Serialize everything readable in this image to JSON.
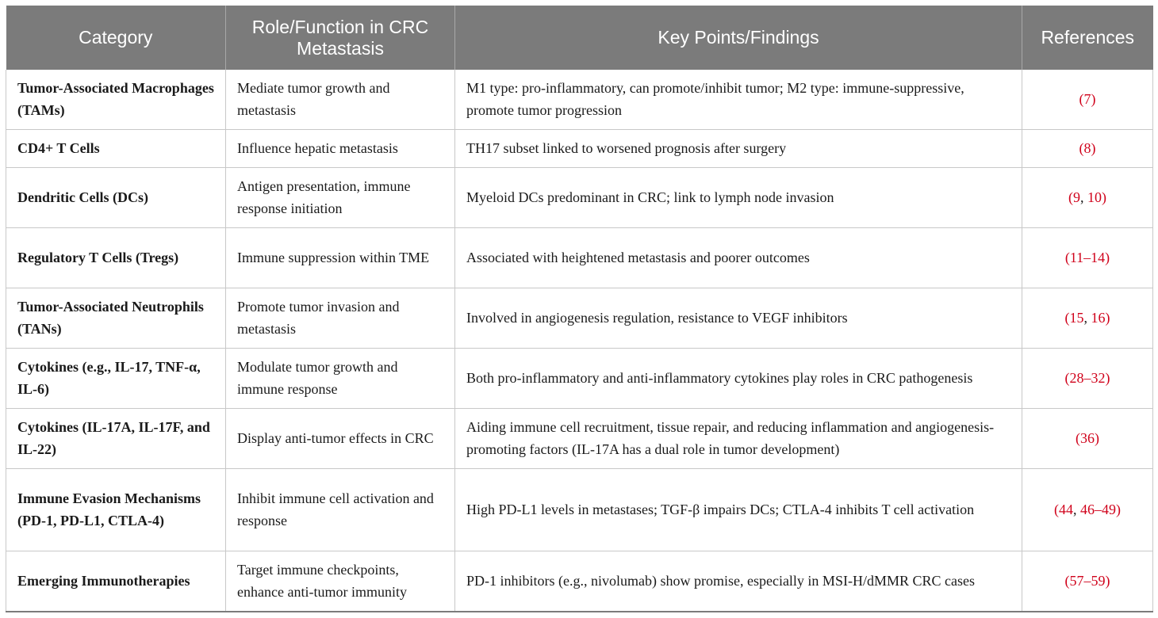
{
  "table": {
    "headers": [
      "Category",
      "Role/Function in CRC Metastasis",
      "Key Points/Findings",
      "References"
    ],
    "rows": [
      {
        "category": "Tumor-Associated Macrophages (TAMs)",
        "role": "Mediate tumor growth and metastasis",
        "findings": "M1 type: pro-inflammatory, can promote/inhibit tumor; M2 type: immune-suppressive, promote tumor progression",
        "refs": [
          "7"
        ]
      },
      {
        "category": "CD4+ T Cells",
        "role": "Influence hepatic metastasis",
        "findings": "TH17 subset linked to worsened prognosis after surgery",
        "refs": [
          "8"
        ]
      },
      {
        "category": "Dendritic Cells (DCs)",
        "role": "Antigen presentation, immune response initiation",
        "findings": "Myeloid DCs predominant in CRC; link to lymph node invasion",
        "refs": [
          "9",
          "10"
        ]
      },
      {
        "category": "Regulatory T Cells (Tregs)",
        "role": "Immune suppression within TME",
        "findings": "Associated with heightened metastasis and poorer outcomes",
        "refs": [
          "11–14"
        ]
      },
      {
        "category": "Tumor-Associated Neutrophils (TANs)",
        "role": "Promote tumor invasion and metastasis",
        "findings": "Involved in angiogenesis regulation, resistance to VEGF inhibitors",
        "refs": [
          "15",
          "16"
        ]
      },
      {
        "category": "Cytokines (e.g., IL-17, TNF-α, IL-6)",
        "role": "Modulate tumor growth and immune response",
        "findings": "Both pro-inflammatory and anti-inflammatory cytokines play roles in CRC pathogenesis",
        "refs": [
          "28–32"
        ]
      },
      {
        "category": "Cytokines (IL-17A, IL-17F, and IL-22)",
        "role": "Display anti-tumor effects in CRC",
        "findings": "Aiding immune cell recruitment, tissue repair, and reducing inflammation and angiogenesis-promoting factors (IL-17A has a dual role in tumor development)",
        "refs": [
          "36"
        ]
      },
      {
        "category": "Immune Evasion Mechanisms (PD-1, PD-L1, CTLA-4)",
        "role": "Inhibit immune cell activation and response",
        "findings": "High PD-L1 levels in metastases; TGF-β impairs DCs; CTLA-4 inhibits T cell activation",
        "refs": [
          "44",
          "46–49"
        ]
      },
      {
        "category": "Emerging Immunotherapies",
        "role": "Target immune checkpoints, enhance anti-tumor immunity",
        "findings": "PD-1 inhibitors (e.g., nivolumab) show promise, especially in MSI-H/dMMR CRC cases",
        "refs": [
          "57–59"
        ]
      }
    ],
    "colors": {
      "header_bg": "#7b7b7b",
      "header_text": "#ffffff",
      "link": "#d0021b",
      "rule": "#c8c8c8"
    }
  }
}
